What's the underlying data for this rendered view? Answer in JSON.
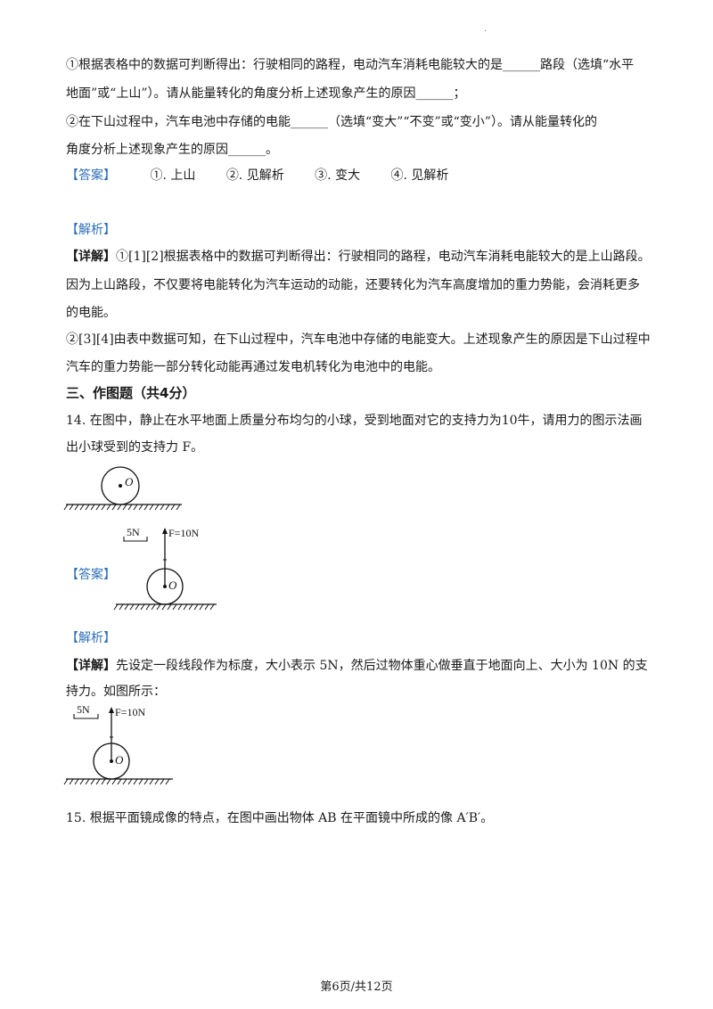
{
  "header_mark": "·",
  "q13": {
    "line1": "①根据表格中的数据可判断得出：行驶相同的路程，电动汽车消耗电能较大的是______路段（选填“水平",
    "line2": "地面”或“上山”）。请从能量转化的角度分析上述现象产生的原因______；",
    "line3": "②在下山过程中，汽车电池中存储的电能______（选填“变大”“不变”或“变小”）。请从能量转化的",
    "line4": "角度分析上述现象产生的原因______。",
    "answer_tag": "【答案】",
    "answers": [
      "①. 上山",
      "②. 见解析",
      "③.  变大",
      "④. 见解析"
    ],
    "analysis_tag": "【解析】",
    "detail_tag": "【详解】",
    "detail1": "①[1][2]根据表格中的数据可判断得出：行驶相同的路程，电动汽车消耗电能较大的是上山路段。",
    "detail2": "因为上山路段，不仅要将电能转化为汽车运动的动能，还要转化为汽车高度增加的重力势能，会消耗更多",
    "detail3": "的电能。",
    "detail4": "②[3][4]由表中数据可知，在下山过程中，汽车电池中存储的电能变大。上述现象产生的原因是下山过程中",
    "detail5": "汽车的重力势能一部分转化动能再通过发电机转化为电池中的电能。"
  },
  "section3_title": "三、作图题（共4分）",
  "q14": {
    "line1": "14. 在图中，静止在水平地面上质量分布均匀的小球，受到地面对它的支持力为10牛，请用力的图示法画",
    "line2": "出小球受到的支持力 F。",
    "answer_tag": "【答案】",
    "analysis_tag": "【解析】",
    "detail_tag": "【详解】",
    "detail1": "先设定一段线段作为标度，大小表示 5N，然后过物体重心做垂直于地面向上、大小为 10N 的支",
    "detail2": "持力。如图所示：",
    "center_label": "O",
    "scale_label": "5N",
    "force_label": "F=10N"
  },
  "q15": {
    "line1": "15. 根据平面镜成像的特点，在图中画出物体 AB 在平面镜中所成的像 A′B′。"
  },
  "footer": "第6页/共12页"
}
